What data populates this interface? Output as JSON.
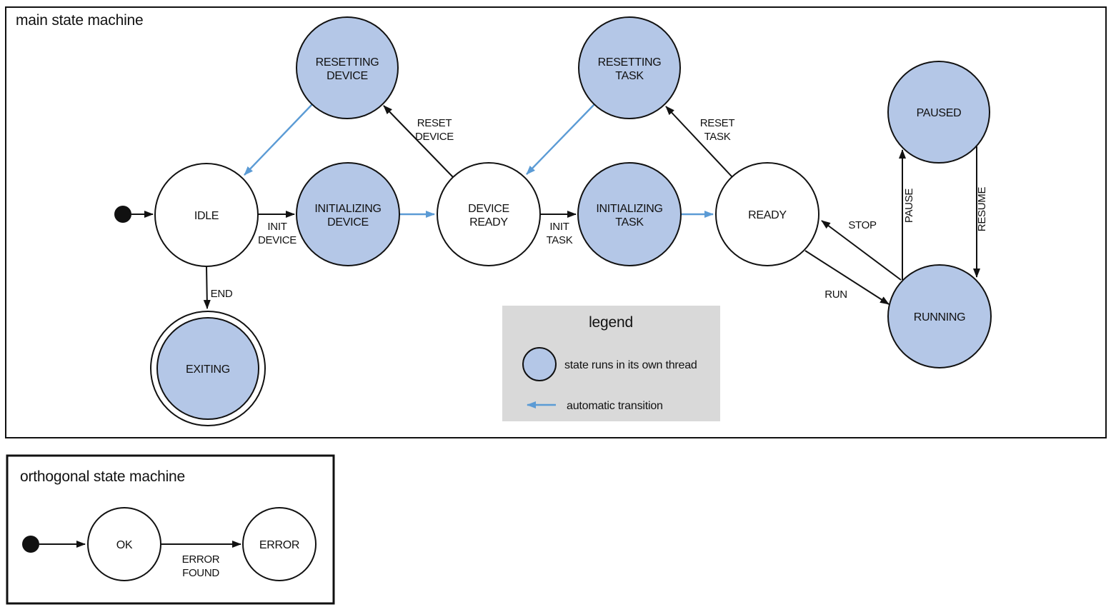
{
  "colors": {
    "threaded_state_fill": "#b4c7e7",
    "automatic_transition_blue": "#5b9bd5",
    "legend_background": "#d9d9d9",
    "line_black": "#111111"
  },
  "main": {
    "title": "main state machine",
    "states": {
      "idle": {
        "label": "IDLE"
      },
      "initializing_device": {
        "line1": "INITIALIZING",
        "line2": "DEVICE"
      },
      "device_ready": {
        "line1": "DEVICE",
        "line2": "READY"
      },
      "initializing_task": {
        "line1": "INITIALIZING",
        "line2": "TASK"
      },
      "ready": {
        "label": "READY"
      },
      "resetting_device": {
        "line1": "RESETTING",
        "line2": "DEVICE"
      },
      "resetting_task": {
        "line1": "RESETTING",
        "line2": "TASK"
      },
      "paused": {
        "label": "PAUSED"
      },
      "running": {
        "label": "RUNNING"
      },
      "exiting": {
        "label": "EXITING"
      }
    },
    "transitions": {
      "init_device": {
        "line1": "INIT",
        "line2": "DEVICE"
      },
      "init_task": {
        "line1": "INIT",
        "line2": "TASK"
      },
      "reset_device": {
        "line1": "RESET",
        "line2": "DEVICE"
      },
      "reset_task": {
        "line1": "RESET",
        "line2": "TASK"
      },
      "end": {
        "label": "END"
      },
      "run": {
        "label": "RUN"
      },
      "stop": {
        "label": "STOP"
      },
      "pause": {
        "label": "PAUSE"
      },
      "resume": {
        "label": "RESUME"
      }
    }
  },
  "legend": {
    "title": "legend",
    "threaded_state_label": "state runs in its own thread",
    "automatic_transition_label": "automatic transition"
  },
  "orthogonal": {
    "title": "orthogonal state machine",
    "states": {
      "ok": {
        "label": "OK"
      },
      "error": {
        "label": "ERROR"
      }
    },
    "transitions": {
      "error_found": {
        "line1": "ERROR",
        "line2": "FOUND"
      }
    }
  }
}
